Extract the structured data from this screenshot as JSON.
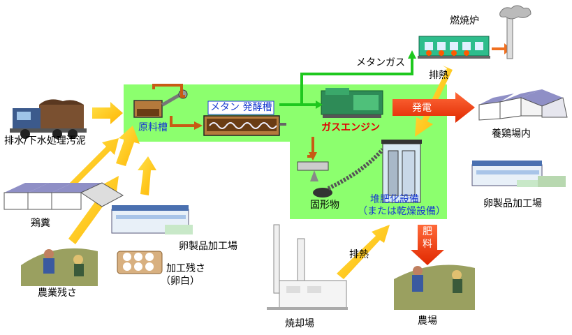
{
  "labels": {
    "incinerator": "燃焼炉",
    "methane_gas": "メタンガス",
    "waste_heat_top": "排熱",
    "methane_tank": "メタン 発酵槽",
    "raw_tank": "原料槽",
    "gas_engine": "ガスエンジン",
    "power": "発電",
    "poultry_house": "養鶏場内",
    "egg_plant_right": "卵製品加工場",
    "sludge": "排水/下水処理汚泥",
    "manure": "鶏糞",
    "egg_plant_left": "卵製品加工場",
    "residue_line1": "加工残さ",
    "residue_line2": "（卵白）",
    "agri_residue": "農業残さ",
    "solids": "固形物",
    "compost_line1": "堆肥化設備",
    "compost_line2": "（または乾燥設備）",
    "fertilizer_1": "肥",
    "fertilizer_2": "料",
    "waste_heat_bottom": "排熱",
    "incineration_site": "焼却場",
    "farm": "農場"
  },
  "colors": {
    "panel_green": "#8cff6e",
    "arrow_yellow": "#ffc800",
    "arrow_red": "#f23c14",
    "arrow_green": "#1ec81e",
    "arrow_brown": "#c85a14",
    "roof": "#8f8fc6",
    "label_blue": "#1a3ccf",
    "label_red": "#e00000"
  },
  "icons": [
    "truck-icon",
    "factory-icon",
    "egg-carton-icon",
    "farmer-icon",
    "gas-engine-icon",
    "incinerator-icon",
    "compost-facility-icon",
    "tank-icon",
    "smokestack-icon",
    "poultry-house-icon"
  ]
}
